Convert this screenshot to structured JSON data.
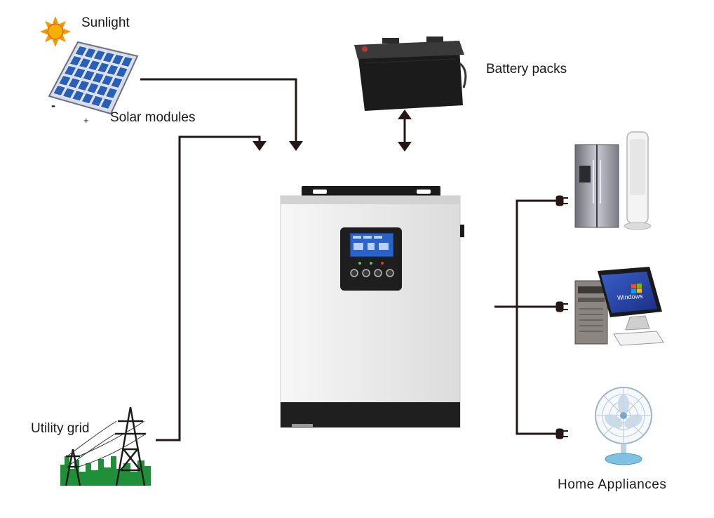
{
  "labels": {
    "sunlight": "Sunlight",
    "solar_modules": "Solar modules",
    "battery_packs": "Battery packs",
    "utility_grid": "Utility grid",
    "home_appliances": "Home Appliances",
    "panel_minus": "-",
    "panel_plus": "+",
    "windows_logo_text": "Windows"
  },
  "colors": {
    "line": "#231815",
    "sun": "#f39800",
    "panel_cell": "#2a5fb8",
    "inverter_body": "#eeeeee",
    "inverter_band": "#222222",
    "lcd": "#2a63c8",
    "grid_green": "#1f8f3a"
  }
}
